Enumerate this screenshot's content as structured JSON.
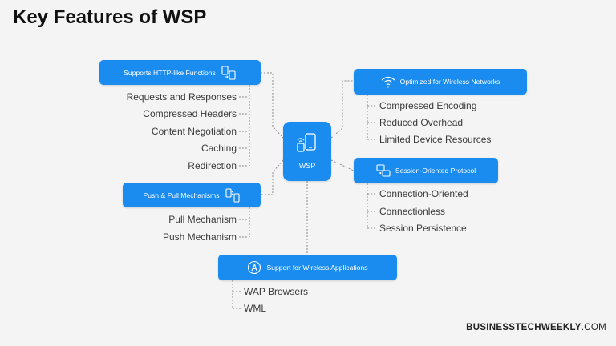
{
  "title": "Key Features of WSP",
  "center": {
    "label": "WSP",
    "icon": "mobile-device-icon"
  },
  "branches": {
    "http": {
      "label": "Supports HTTP-like Functions",
      "icon": "devices-transfer-icon",
      "items": [
        "Requests and Responses",
        "Compressed Headers",
        "Content Negotiation",
        "Caching",
        "Redirection"
      ]
    },
    "push": {
      "label": "Push & Pull Mechanisms",
      "icon": "devices-sync-icon",
      "items": [
        "Pull Mechanism",
        "Push Mechanism"
      ]
    },
    "wireless": {
      "label": "Optimized for Wireless Networks",
      "icon": "wifi-icon",
      "items": [
        "Compressed Encoding",
        "Reduced Overhead",
        "Limited Device Resources"
      ]
    },
    "session": {
      "label": "Session-Oriented Protocol",
      "icon": "session-transfer-icon",
      "items": [
        "Connection-Oriented",
        "Connectionless",
        "Session Persistence"
      ]
    },
    "apps": {
      "label": "Support for Wireless Applications",
      "icon": "app-store-icon",
      "items": [
        "WAP Browsers",
        "WML"
      ]
    }
  },
  "brand": {
    "name": "BUSINESSTECHWEEKLY",
    "suffix": ".COM"
  },
  "colors": {
    "node": "#1a8cf0",
    "background": "#f4f4f4",
    "connector": "#8a8a8a"
  }
}
